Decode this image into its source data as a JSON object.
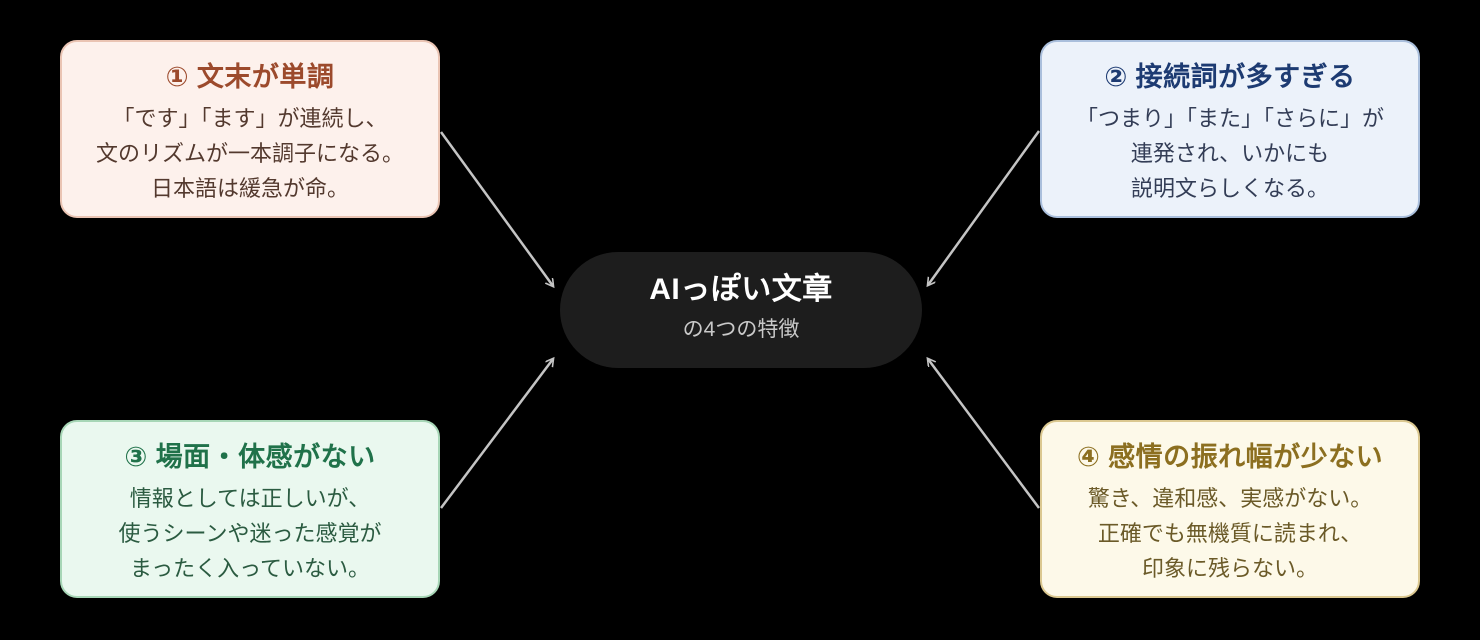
{
  "center": {
    "title": "AIっぽい文章",
    "subtitle": "の4つの特徴"
  },
  "boxes": [
    {
      "title": "① 文末が単調",
      "lines": [
        "「です」「ます」が連続し、",
        "文のリズムが一本調子になる。",
        "日本語は緩急が命。"
      ],
      "bg": "#fdf1ec",
      "border": "#eac4b3",
      "title_color": "#9c4a2c",
      "text_color": "#53392e"
    },
    {
      "title": "② 接続詞が多すぎる",
      "lines": [
        "「つまり」「また」「さらに」が",
        "連発され、いかにも",
        "説明文らしくなる。"
      ],
      "bg": "#ecf2fa",
      "border": "#aabfdc",
      "title_color": "#1d3b72",
      "text_color": "#333d56"
    },
    {
      "title": "③ 場面・体感がない",
      "lines": [
        "情報としては正しいが、",
        "使うシーンや迷った感覚が",
        "まったく入っていない。"
      ],
      "bg": "#eaf8ef",
      "border": "#a7d6b6",
      "title_color": "#20724a",
      "text_color": "#2b5b41"
    },
    {
      "title": "④ 感情の振れ幅が少ない",
      "lines": [
        "驚き、違和感、実感がない。",
        "正確でも無機質に読まれ、",
        "印象に残らない。"
      ],
      "bg": "#fdf9e9",
      "border": "#dbc890",
      "title_color": "#8c6f20",
      "text_color": "#6b5a28"
    }
  ],
  "colors": {
    "background": "#000000",
    "pill_bg": "#1d1d1d",
    "pill_title": "#ffffff",
    "pill_subtitle": "#c9c9c9",
    "arrow": "#c4c4c4"
  }
}
